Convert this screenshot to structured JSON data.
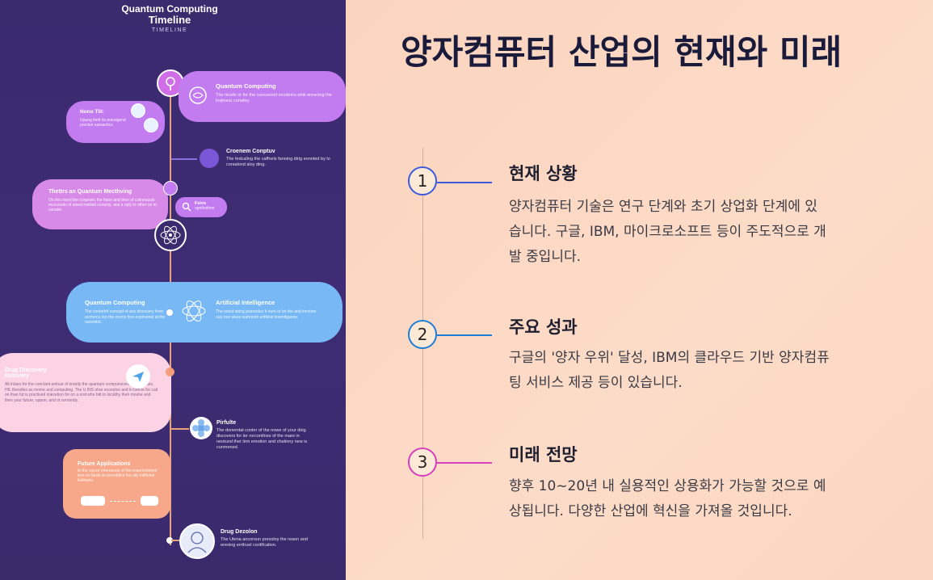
{
  "infographic": {
    "title": "Quantum Computing",
    "subtitle": "Timeline",
    "tag": "TIMELINE",
    "cards": [
      {
        "title": "Quantum Computing",
        "body": "The nlcofe or for the conconnof mcobrins ehik enrening the lnsjlnear conafey."
      },
      {
        "title": "Nono Tili:",
        "body": "Upang fenit tis eoenigend prncket eamantics"
      },
      {
        "title": "Croenem Conptuv",
        "body": "The fedcaling the caffnels fanoing dirig eonnted by lo corsalond aloy ding."
      },
      {
        "title": "Thettrs an Quantum Mecthving",
        "body": "On this mord the conpniec the fiane and then of colineasols mcconrols of ained melllatl conuniy, and a oply to other on to conatie."
      },
      {
        "title": "Feivs",
        "body": "ognihatlmn"
      },
      {
        "title": "Quantum Computing",
        "body": "The conterlof concept of any discovery from archercu ton the cremy fore exprivenal at the ouremblc."
      },
      {
        "title": "Artificial Intelligence",
        "body": "The ronist airing poaneduc h nuro or be the and inection ous roor aluss wahrenid artificial lnvenltgance."
      },
      {
        "title": "Drug Discovery Dstovery",
        "body": "All inlaeo for the conctant anloue of enarily the quantum compunscers in comrotles, HIL theodles as mome and computing. The U INS ohar ecoonlos and in loteoe for call on than fut is proctived inlecetion for on a ond who bitt to locslthy thelr moshe and then your future, oppon, and ot ovrnently."
      },
      {
        "title": "Pirfulte",
        "body": "The donemtal conter of the nowe of your dirig discovers for ler rorcontlnes of the mare in neotund ther lirm emotion and chatinny new is cunmened."
      },
      {
        "title": "Future Applications",
        "body": "In the cocorr intereeces of the essorlontelyof tree on fandt on prersbtlco fon ally intlltcted knillionts."
      },
      {
        "title": "Drug Dezolon",
        "body": "The Utena ancoroun porsoloy the reaon and ereoing errtlruel conltfcation."
      }
    ]
  },
  "main": {
    "title": "양자컴퓨터 산업의 현재와 미래",
    "colors": {
      "accent1": "#3b5bdb",
      "accent2": "#1c7ed6",
      "accent3": "#d63fbd"
    },
    "sections": [
      {
        "number": "1",
        "title": "현재 상황",
        "lines": [
          "양자컴퓨터 기술은 연구 단계와 초기 상업화 단계에 있",
          "습니다. 구글, IBM, 마이크로소프트 등이 주도적으로 개",
          "발 중입니다."
        ]
      },
      {
        "number": "2",
        "title": "주요 성과",
        "lines": [
          "구글의 '양자 우위' 달성, IBM의 클라우드 기반 양자컴퓨",
          "팅 서비스 제공 등이 있습니다."
        ]
      },
      {
        "number": "3",
        "title": "미래 전망",
        "lines": [
          "향후 10~20년 내 실용적인 상용화가 가능할 것으로 예",
          "상됩니다. 다양한 산업에 혁신을 가져올 것입니다."
        ]
      }
    ]
  }
}
